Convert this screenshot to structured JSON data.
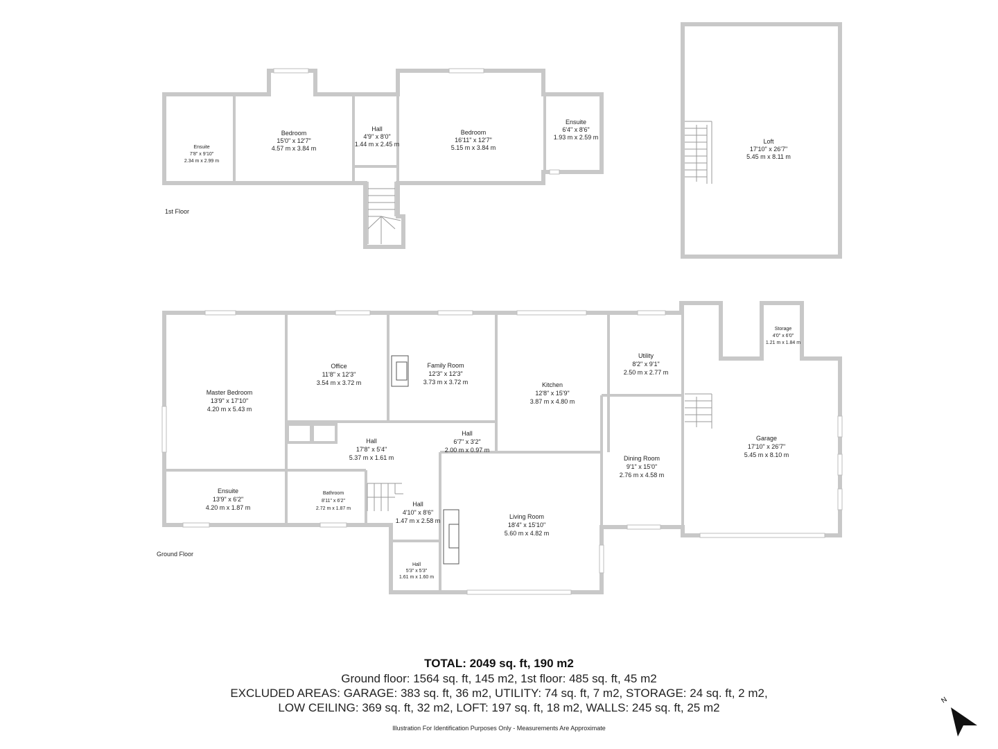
{
  "floors": {
    "first": {
      "label": "1st Floor"
    },
    "ground": {
      "label": "Ground Floor"
    }
  },
  "rooms": {
    "ensuite_1": {
      "name": "Ensuite",
      "imperial": "7'8\" x 9'10\"",
      "metric": "2.34 m x 2.99 m"
    },
    "bedroom_1": {
      "name": "Bedroom",
      "imperial": "15'0\" x 12'7\"",
      "metric": "4.57 m x 3.84 m"
    },
    "hall_1": {
      "name": "Hall",
      "imperial": "4'9\" x 8'0\"",
      "metric": "1.44 m x 2.45 m"
    },
    "bedroom_2": {
      "name": "Bedroom",
      "imperial": "16'11\" x 12'7\"",
      "metric": "5.15 m x 3.84 m"
    },
    "ensuite_2": {
      "name": "Ensuite",
      "imperial": "6'4\" x 8'6\"",
      "metric": "1.93 m x 2.59 m"
    },
    "loft": {
      "name": "Loft",
      "imperial": "17'10\" x 26'7\"",
      "metric": "5.45 m x 8.11 m"
    },
    "master_bedroom": {
      "name": "Master Bedroom",
      "imperial": "13'9\" x 17'10\"",
      "metric": "4.20 m x 5.43 m"
    },
    "office": {
      "name": "Office",
      "imperial": "11'8\" x 12'3\"",
      "metric": "3.54 m x 3.72 m"
    },
    "family_room": {
      "name": "Family Room",
      "imperial": "12'3\" x 12'3\"",
      "metric": "3.73 m x 3.72 m"
    },
    "kitchen": {
      "name": "Kitchen",
      "imperial": "12'8\" x 15'9\"",
      "metric": "3.87 m x 4.80 m"
    },
    "utility": {
      "name": "Utility",
      "imperial": "8'2\" x 9'1\"",
      "metric": "2.50 m x 2.77 m"
    },
    "storage": {
      "name": "Storage",
      "imperial": "4'0\" x 6'0\"",
      "metric": "1.21 m x 1.84 m"
    },
    "garage": {
      "name": "Garage",
      "imperial": "17'10\" x 26'7\"",
      "metric": "5.45 m x 8.10 m"
    },
    "hall_main": {
      "name": "Hall",
      "imperial": "17'8\" x 5'4\"",
      "metric": "5.37 m x 1.61 m"
    },
    "hall_small": {
      "name": "Hall",
      "imperial": "6'7\" x 3'2\"",
      "metric": "2.00 m x 0.97 m"
    },
    "ensuite_ground": {
      "name": "Ensuite",
      "imperial": "13'9\" x 6'2\"",
      "metric": "4.20 m x 1.87 m"
    },
    "bathroom": {
      "name": "Bathroom",
      "imperial": "8'11\" x 6'2\"",
      "metric": "2.72 m x 1.87 m"
    },
    "hall_stair": {
      "name": "Hall",
      "imperial": "4'10\" x 8'6\"",
      "metric": "1.47 m x 2.58 m"
    },
    "living_room": {
      "name": "Living Room",
      "imperial": "18'4\" x 15'10\"",
      "metric": "5.60 m x 4.82 m"
    },
    "dining_room": {
      "name": "Dining Room",
      "imperial": "9'1\" x 15'0\"",
      "metric": "2.76 m x 4.58 m"
    },
    "hall_entry": {
      "name": "Hall",
      "imperial": "5'3\" x 5'3\"",
      "metric": "1.61 m x 1.60 m"
    }
  },
  "totals": {
    "total": "TOTAL: 2049 sq. ft, 190 m2",
    "line1": "Ground floor: 1564 sq. ft, 145 m2, 1st floor: 485 sq. ft, 45 m2",
    "line2": "EXCLUDED AREAS: GARAGE: 383 sq. ft, 36 m2, UTILITY: 74 sq. ft, 7 m2, STORAGE: 24 sq. ft, 2 m2,",
    "line3": "LOW CEILING: 369 sq. ft, 32 m2, LOFT: 197 sq. ft, 18 m2, WALLS: 245 sq. ft, 25 m2"
  },
  "disclaimer": "Illustration For Identification Purposes Only - Measurements Are Approximate",
  "compass": {
    "label": "N",
    "icon": "north-arrow-icon"
  },
  "colors": {
    "wall": "#c8c8c8",
    "text": "#222222"
  }
}
